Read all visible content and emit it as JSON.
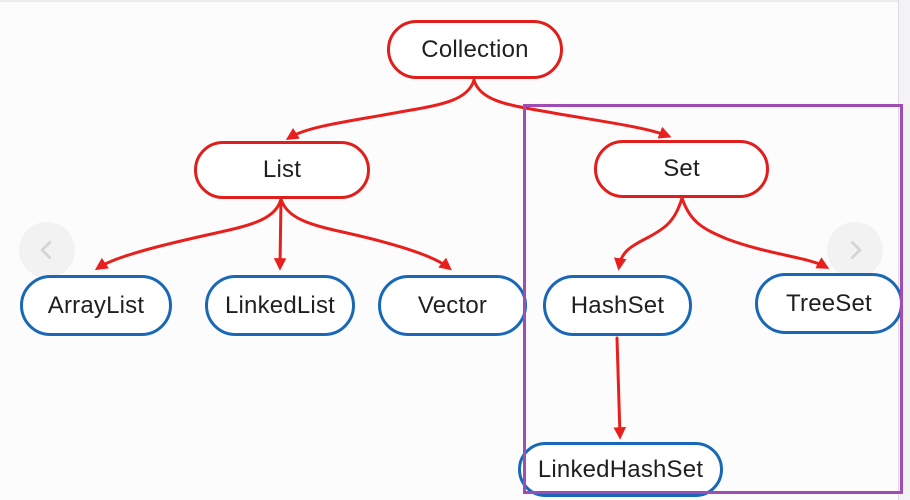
{
  "title": "Java Collection hierarchy diagram",
  "colors": {
    "background": "#fcfcfc",
    "red_node_border": "#e01e1c",
    "blue_node_border": "#1968b8",
    "arrow": "#e8201d",
    "highlight_box": "#a14cb5",
    "label_text": "#1f1f1f"
  },
  "diagram": {
    "type": "tree",
    "nodes": [
      {
        "id": "collection",
        "label": "Collection",
        "style": "red"
      },
      {
        "id": "list",
        "label": "List",
        "style": "red"
      },
      {
        "id": "set",
        "label": "Set",
        "style": "red"
      },
      {
        "id": "arraylist",
        "label": "ArrayList",
        "style": "blue"
      },
      {
        "id": "linkedlist",
        "label": "LinkedList",
        "style": "blue"
      },
      {
        "id": "vector",
        "label": "Vector",
        "style": "blue"
      },
      {
        "id": "hashset",
        "label": "HashSet",
        "style": "blue"
      },
      {
        "id": "treeset",
        "label": "TreeSet",
        "style": "blue"
      },
      {
        "id": "linkedhashset",
        "label": "LinkedHashSet",
        "style": "blue"
      }
    ],
    "edges": [
      {
        "from": "collection",
        "to": "list"
      },
      {
        "from": "collection",
        "to": "set"
      },
      {
        "from": "list",
        "to": "arraylist"
      },
      {
        "from": "list",
        "to": "linkedlist"
      },
      {
        "from": "list",
        "to": "vector"
      },
      {
        "from": "set",
        "to": "hashset"
      },
      {
        "from": "set",
        "to": "treeset"
      },
      {
        "from": "hashset",
        "to": "linkedhashset"
      }
    ],
    "highlight_box_contains": [
      "Set",
      "HashSet",
      "TreeSet",
      "LinkedHashSet"
    ]
  },
  "carousel": {
    "prev_icon": "chevron-left",
    "next_icon": "chevron-right"
  }
}
